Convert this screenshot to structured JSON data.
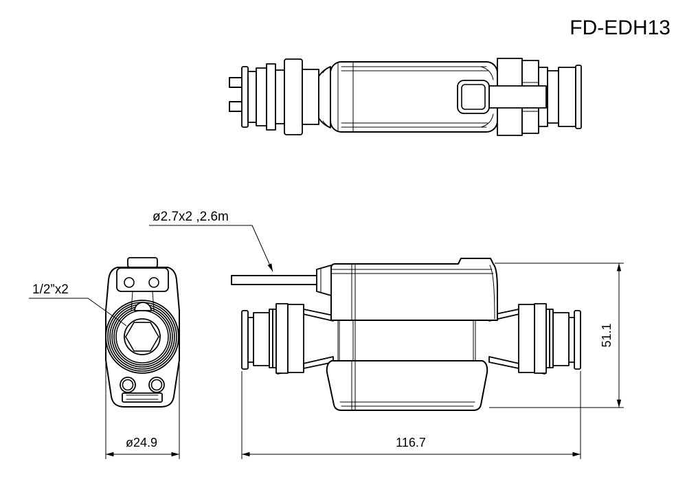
{
  "page": {
    "background": "#ffffff",
    "line_color": "#000000"
  },
  "title": "FD-EDH13",
  "callouts": {
    "cable": "ø2.7x2 ,2.6m",
    "ports": "1/2”x2"
  },
  "dimensions": {
    "overall_length": "116.7",
    "overall_height": "51.1",
    "face_diameter": "ø24.9"
  }
}
